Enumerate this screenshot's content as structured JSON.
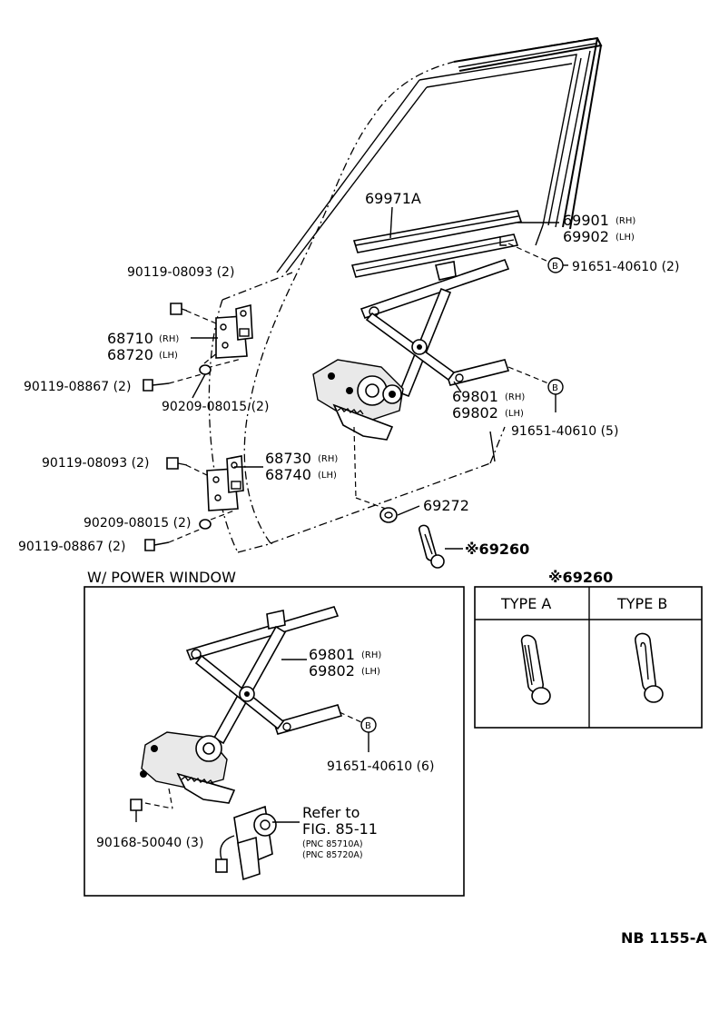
{
  "main_diagram": {
    "labels": {
      "glass_channel": "69971A",
      "run_rh": "69901",
      "run_rh_side": "(RH)",
      "run_lh": "69902",
      "run_lh_side": "(LH)",
      "clip_upper": "91651-40610 (2)",
      "bolt_upper_hinge": "90119-08093 (2)",
      "upper_hinge_rh": "68710",
      "upper_hinge_rh_side": "(RH)",
      "upper_hinge_lh": "68720",
      "upper_hinge_lh_side": "(LH)",
      "bolt_upper_lower": "90119-08867 (2)",
      "washer_upper": "90209-08015 (2)",
      "regulator_rh": "69801",
      "regulator_rh_side": "(RH)",
      "regulator_lh": "69802",
      "regulator_lh_side": "(LH)",
      "clip_mid": "91651-40610 (5)",
      "bolt_lower_hinge": "90119-08093 (2)",
      "lower_hinge_rh": "68730",
      "lower_hinge_rh_side": "(RH)",
      "lower_hinge_lh": "68740",
      "lower_hinge_lh_side": "(LH)",
      "handle_escutcheon": "69272",
      "washer_lower": "90209-08015 (2)",
      "bolt_lower": "90119-08867 (2)",
      "handle": "※69260",
      "ref_b": "B"
    }
  },
  "power_window": {
    "title": "W/ POWER WINDOW",
    "regulator_rh": "69801",
    "regulator_rh_side": "(RH)",
    "regulator_lh": "69802",
    "regulator_lh_side": "(LH)",
    "clip": "91651-40610 (6)",
    "bolt": "90168-50040 (3)",
    "refer_line1": "Refer to",
    "refer_line2": "FIG. 85-11",
    "refer_pnc1": "(PNC 85710A)",
    "refer_pnc2": "(PNC 85720A)",
    "ref_b": "B"
  },
  "handle_table": {
    "title": "※69260",
    "columns": [
      "TYPE  A",
      "TYPE  B"
    ]
  },
  "footer": {
    "code": "NB  1155-A"
  }
}
